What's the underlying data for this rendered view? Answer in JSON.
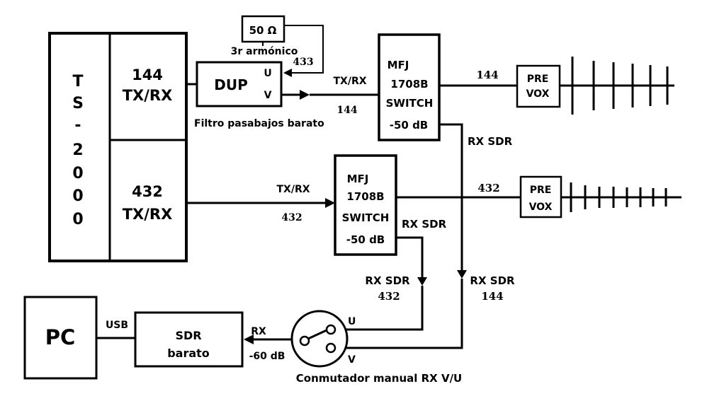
{
  "radio": {
    "name_chars": [
      "T",
      "S",
      "-",
      "2",
      "0",
      "0",
      "0"
    ],
    "band144": [
      "144",
      "TX/RX"
    ],
    "band432": [
      "432",
      "TX/RX"
    ]
  },
  "load": {
    "label": "50 Ω",
    "caption": "3r armónico"
  },
  "dup": {
    "label": "DUP",
    "port_u": "U",
    "port_v": "V",
    "caption": "Filtro pasabajos barato",
    "line_433": "433",
    "line_144": "144",
    "line_txrx": "TX/RX"
  },
  "switch144": {
    "lines": [
      "MFJ",
      "1708B",
      "SWITCH",
      "-50 dB"
    ],
    "out_label": "144",
    "rx_label": "RX SDR"
  },
  "switch432": {
    "lines": [
      "MFJ",
      "1708B",
      "SWITCH",
      "-50 dB"
    ],
    "in_txrx": "TX/RX",
    "in_freq": "432",
    "out_label": "432",
    "rx_label": "RX SDR"
  },
  "preamp144": {
    "lines": [
      "PRE",
      "VOX"
    ]
  },
  "preamp432": {
    "lines": [
      "PRE",
      "VOX"
    ]
  },
  "rx_feed432": [
    "RX SDR",
    "432"
  ],
  "rx_feed144": [
    "RX SDR",
    "144"
  ],
  "pc": {
    "label": "PC",
    "usb": "USB"
  },
  "sdr": {
    "lines": [
      "SDR",
      "barato"
    ],
    "rx": "RX",
    "level": "-60 dB"
  },
  "selector": {
    "caption": "Conmutador manual RX V/U",
    "port_u": "U",
    "port_v": "V"
  }
}
